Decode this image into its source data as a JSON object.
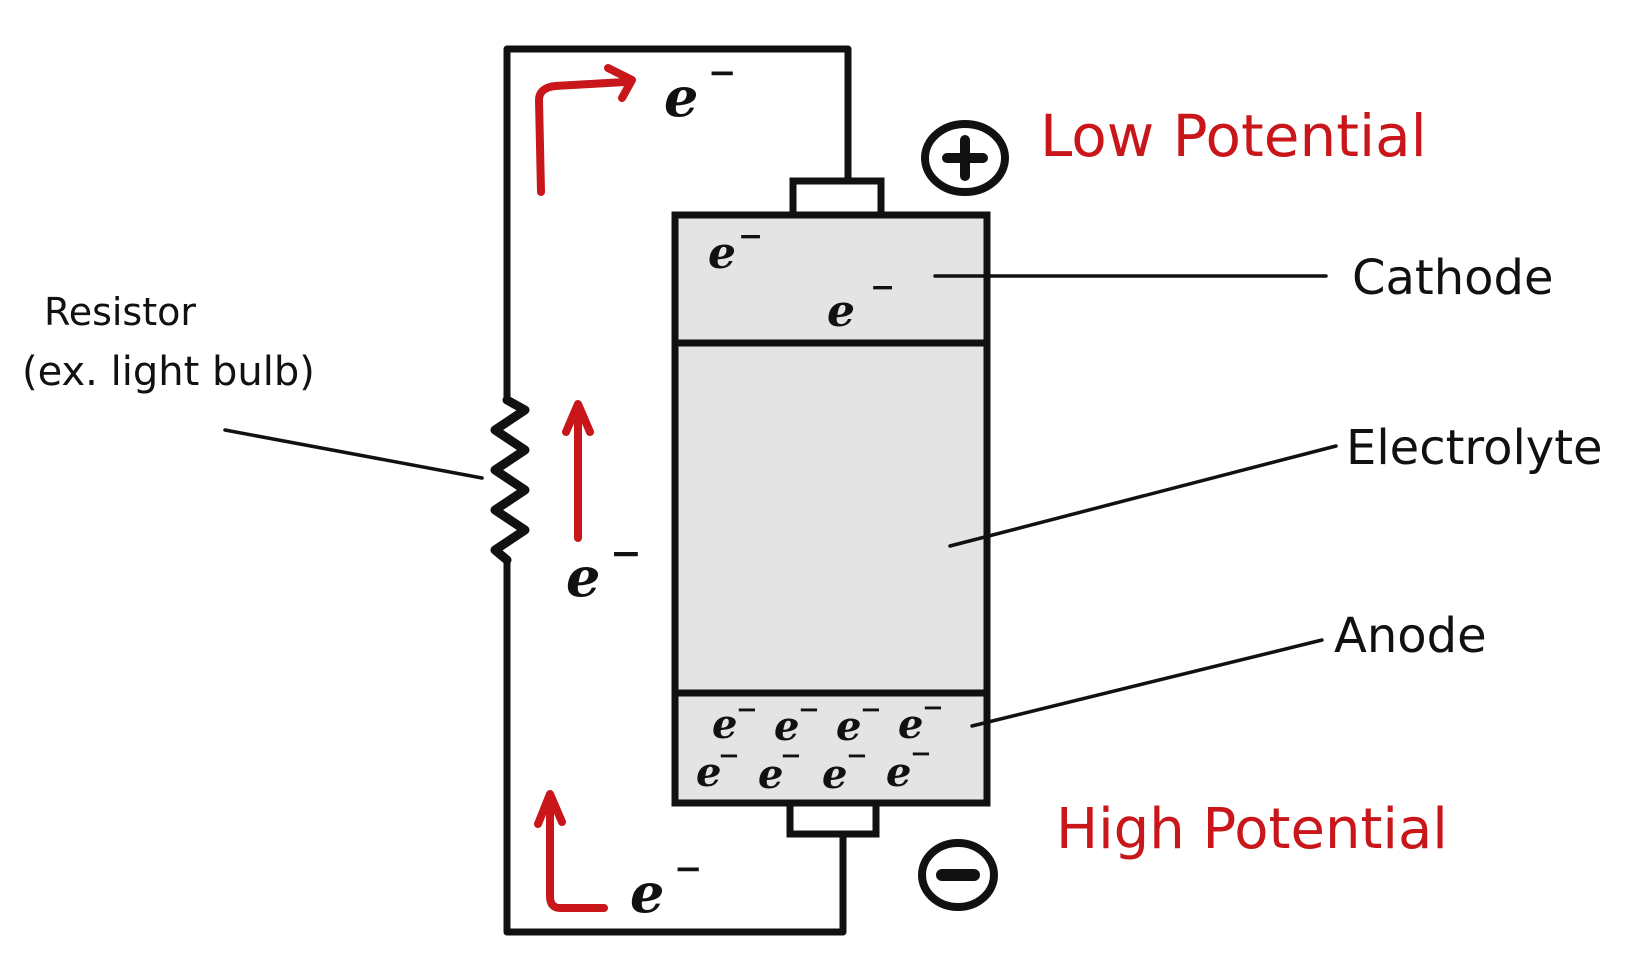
{
  "diagram": {
    "title": "Battery circuit: electron flow",
    "labels": {
      "cathode": "Cathode",
      "electrolyte": "Electrolyte",
      "anode": "Anode",
      "resistor_line1": "Resistor",
      "resistor_line2": "(ex. light bulb)",
      "low_potential": "Low Potential",
      "high_potential": "High Potential"
    },
    "terminals": {
      "positive": "+",
      "negative": "−"
    },
    "electron": {
      "symbol": "e",
      "charge": "−"
    },
    "anode_electron_count": 8,
    "cathode_electron_count": 2,
    "colors": {
      "accent_red": "#c8161b",
      "line": "#111111",
      "cell_fill": "#e4e4e4"
    }
  }
}
